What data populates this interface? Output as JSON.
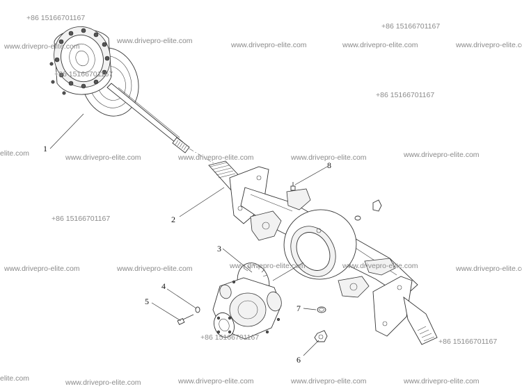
{
  "parts": {
    "p1": "1",
    "p2": "2",
    "p3": "3",
    "p4": "4",
    "p5": "5",
    "p6": "6",
    "p7": "7",
    "p8": "8"
  },
  "watermark": {
    "site": "www.drivepro-elite.com",
    "site_cut": "elite.com",
    "phone": "+86 15166701167"
  }
}
